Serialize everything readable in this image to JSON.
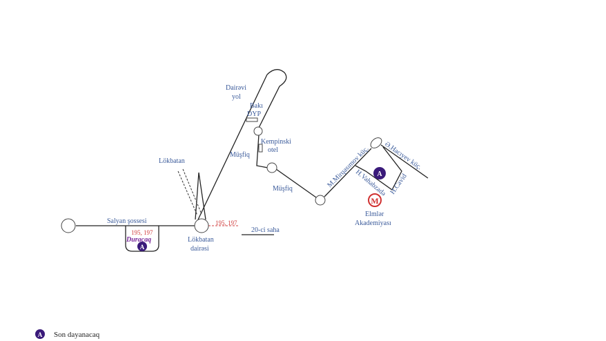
{
  "labels": {
    "salyan": "Salyan şossesi",
    "routes_left": "195, 197",
    "duracaq": "Duracaq",
    "lokbatan": "Lökbatan",
    "lokbatan_dairesi_1": "Lökbatan",
    "lokbatan_dairesi_2": "dairəsi",
    "routes_right": "195, 197",
    "saha": "20-ci saha",
    "dairavi_1": "Dairəvi",
    "dairavi_2": "yol",
    "baki_1": "Bakı",
    "baki_2": "DYP",
    "kempinski_1": "Kempinski",
    "kempinski_2": "otel",
    "musfiq_1": "Müşfiq",
    "musfiq_2": "Müşfiq",
    "street_1": "M.Mirqasımov küç.",
    "street_2": "Ə.Hacıyev küç.",
    "street_3": "H.Vahabzadə",
    "street_4": "H.Cavid",
    "metro_1": "Elmlər",
    "metro_2": "Akademiyası",
    "stop_letter": "A",
    "metro_letter": "M"
  },
  "legend": {
    "icon_letter": "A",
    "text": "Son dayanacaq"
  },
  "colors": {
    "stop": "#3a1a7a",
    "metro": "#d03030",
    "label": "#3a5a9a"
  }
}
